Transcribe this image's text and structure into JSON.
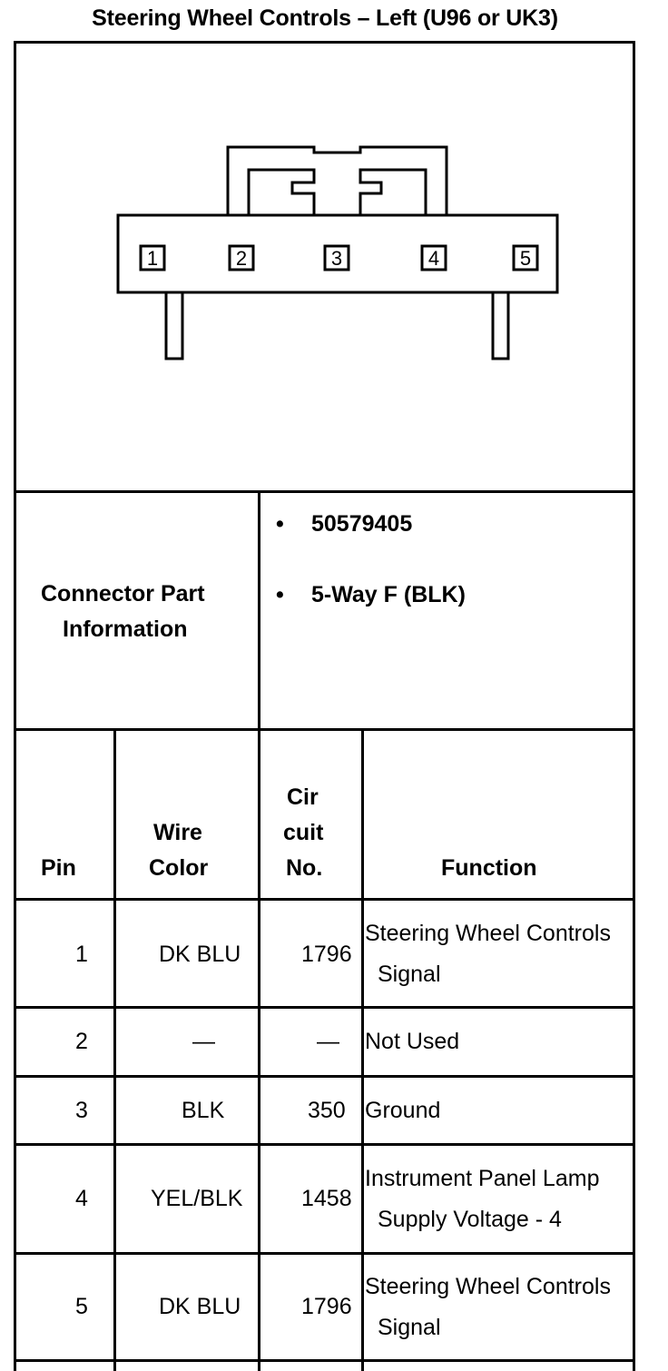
{
  "title": "Steering Wheel Controls – Left (U96 or UK3)",
  "connector": {
    "pin_labels": [
      "1",
      "2",
      "3",
      "4",
      "5"
    ]
  },
  "part_info": {
    "label_line1": "Connector Part",
    "label_line2": "Information",
    "items": [
      "50579405",
      "5-Way F (BLK)"
    ]
  },
  "table": {
    "headers": {
      "pin": "Pin",
      "wire_color": [
        "Wire",
        "Color"
      ],
      "circuit": [
        "Cir",
        "cuit",
        "No."
      ],
      "function": "Function"
    },
    "rows": [
      {
        "pin": "1",
        "wire": "DK BLU",
        "circuit": "1796",
        "function": [
          "Steering Wheel Controls",
          "Signal"
        ]
      },
      {
        "pin": "2",
        "wire": "—",
        "circuit": "—",
        "function": [
          "Not Used"
        ]
      },
      {
        "pin": "3",
        "wire": "BLK",
        "circuit": "350",
        "function": [
          "Ground"
        ]
      },
      {
        "pin": "4",
        "wire": "YEL/BLK",
        "circuit": "1458",
        "function": [
          "Instrument Panel Lamp",
          "Supply Voltage - 4"
        ]
      },
      {
        "pin": "5",
        "wire": "DK BLU",
        "circuit": "1796",
        "function": [
          "Steering Wheel Controls",
          "Signal"
        ]
      }
    ]
  }
}
